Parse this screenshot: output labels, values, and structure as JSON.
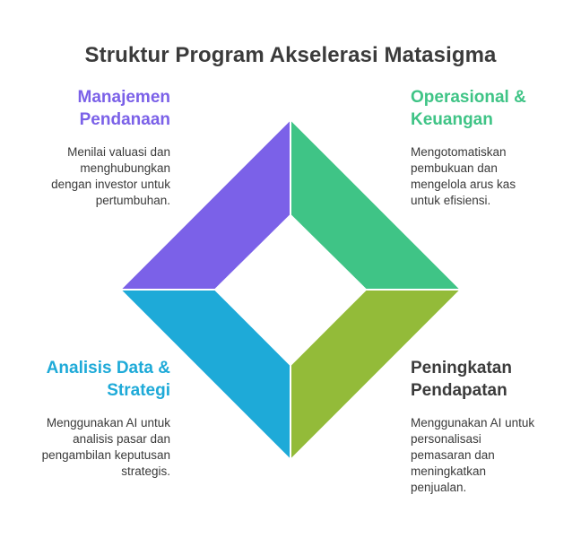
{
  "title": "Struktur Program Akselerasi Matasigma",
  "colors": {
    "purple": "#7b61e8",
    "green": "#3fc486",
    "blue": "#1eaad8",
    "olive": "#93bb39"
  },
  "sections": {
    "top_left": {
      "heading": "Manajemen\nPendanaan",
      "description": "Menilai valuasi dan\nmenghubungkan\ndengan investor untuk\npertumbuhan."
    },
    "top_right": {
      "heading": "Operasional &\nKeuangan",
      "description": "Mengotomatiskan\npembukuan dan\nmengelola arus kas\nuntuk efisiensi."
    },
    "bottom_left": {
      "heading": "Analisis Data &\nStrategi",
      "description": "Menggunakan AI untuk\nanalisis pasar dan\npengambilan keputusan\nstrategis."
    },
    "bottom_right": {
      "heading": "Peningkatan\nPendapatan",
      "description": "Menggunakan AI untuk\npersonalisasi\npemasaran dan\nmeningkatkan\npenjualan."
    }
  }
}
